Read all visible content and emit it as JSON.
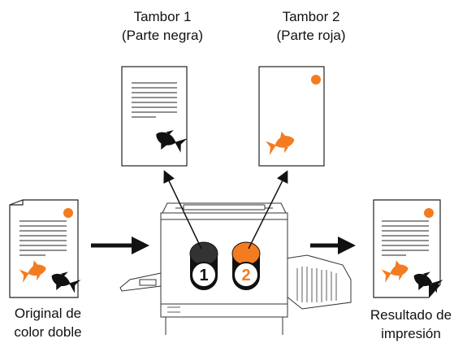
{
  "drum1": {
    "title": "Tambor 1",
    "subtitle": "(Parte negra)",
    "number": "1"
  },
  "drum2": {
    "title": "Tambor 2",
    "subtitle": "(Parte roja)",
    "number": "2"
  },
  "original": {
    "line1": "Original de",
    "line2": "color doble"
  },
  "result": {
    "line1": "Resultado de",
    "line2": "impresión"
  },
  "colors": {
    "black": "#111111",
    "orange": "#f47c20",
    "paper_edge": "#222222",
    "machine_edge": "#333333"
  },
  "icons": [
    "fish-icon",
    "dot-icon",
    "arrow-right-icon",
    "printer-machine-icon"
  ]
}
